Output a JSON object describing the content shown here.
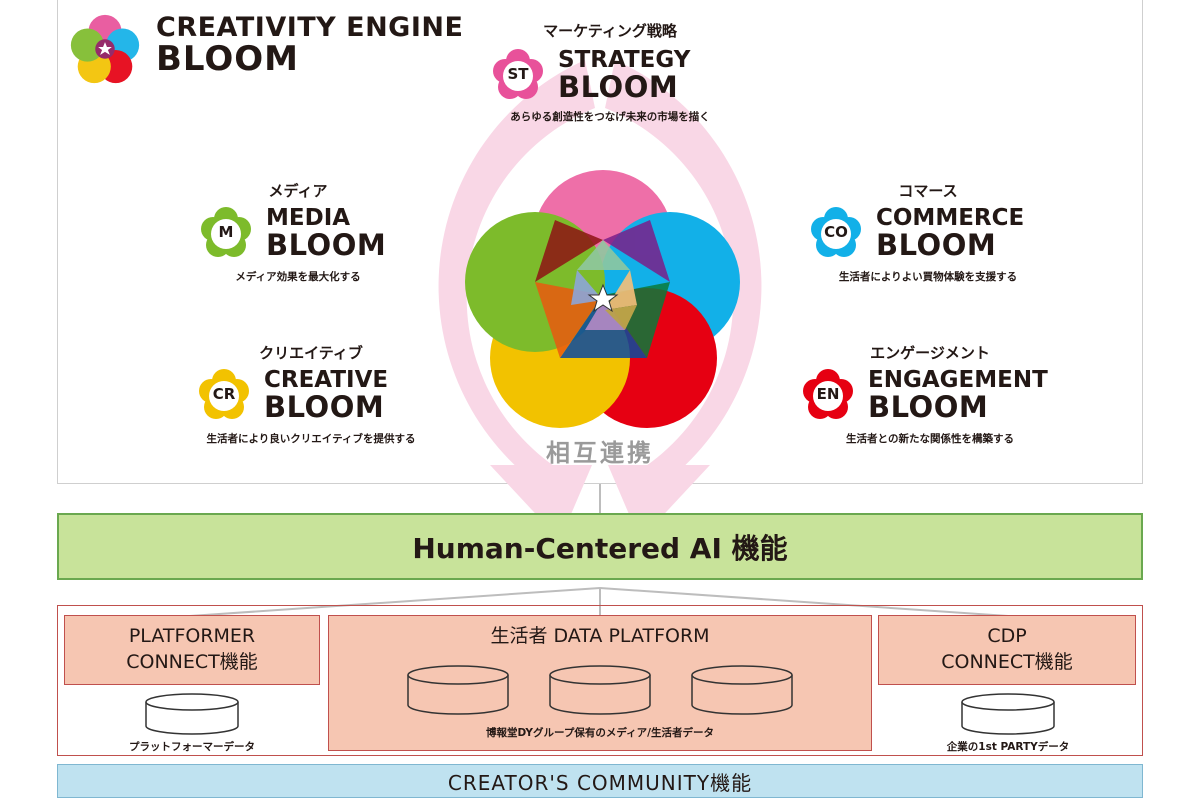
{
  "header": {
    "brand_line1": "CREATIVITY ENGINE",
    "brand_line2": "BLOOM"
  },
  "center": {
    "label": "相互連携"
  },
  "blooms": {
    "strategy": {
      "category": "マーケティング戦略",
      "badge": "ST",
      "name1": "STRATEGY",
      "name2": "BLOOM",
      "desc": "あらゆる創造性をつなげ未来の市場を描く",
      "color": "#e8519a"
    },
    "media": {
      "category": "メディア",
      "badge": "M",
      "name1": "MEDIA",
      "name2": "BLOOM",
      "desc": "メディア効果を最大化する",
      "color": "#7dbb2b"
    },
    "commerce": {
      "category": "コマース",
      "badge": "CO",
      "name1": "COMMERCE",
      "name2": "BLOOM",
      "desc": "生活者によりよい買物体験を支援する",
      "color": "#12b0e8"
    },
    "creative": {
      "category": "クリエイティブ",
      "badge": "CR",
      "name1": "CREATIVE",
      "name2": "BLOOM",
      "desc": "生活者により良いクリエイティブを提供する",
      "color": "#f2c200"
    },
    "engagement": {
      "category": "エンゲージメント",
      "badge": "EN",
      "name1": "ENGAGEMENT",
      "name2": "BLOOM",
      "desc": "生活者との新たな関係性を構築する",
      "color": "#e60012"
    }
  },
  "ai_bar": {
    "label": "Human-Centered AI 機能"
  },
  "data_layer": {
    "platformer": {
      "line1": "PLATFORMER",
      "line2": "CONNECT機能",
      "db_label": "プラットフォーマーデータ"
    },
    "platform": {
      "title": "生活者 DATA PLATFORM",
      "db_label": "博報堂DYグループ保有のメディア/生活者データ"
    },
    "cdp": {
      "line1": "CDP",
      "line2": "CONNECT機能",
      "db_label": "企業の1st PARTYデータ"
    }
  },
  "community": {
    "label": "CREATOR'S COMMUNITY機能"
  },
  "colors": {
    "ai_bar": "#c8e39a",
    "data_box": "#f6c6b2",
    "community": "#bfe2f0",
    "arrow_ring": "#f9d7e6"
  }
}
